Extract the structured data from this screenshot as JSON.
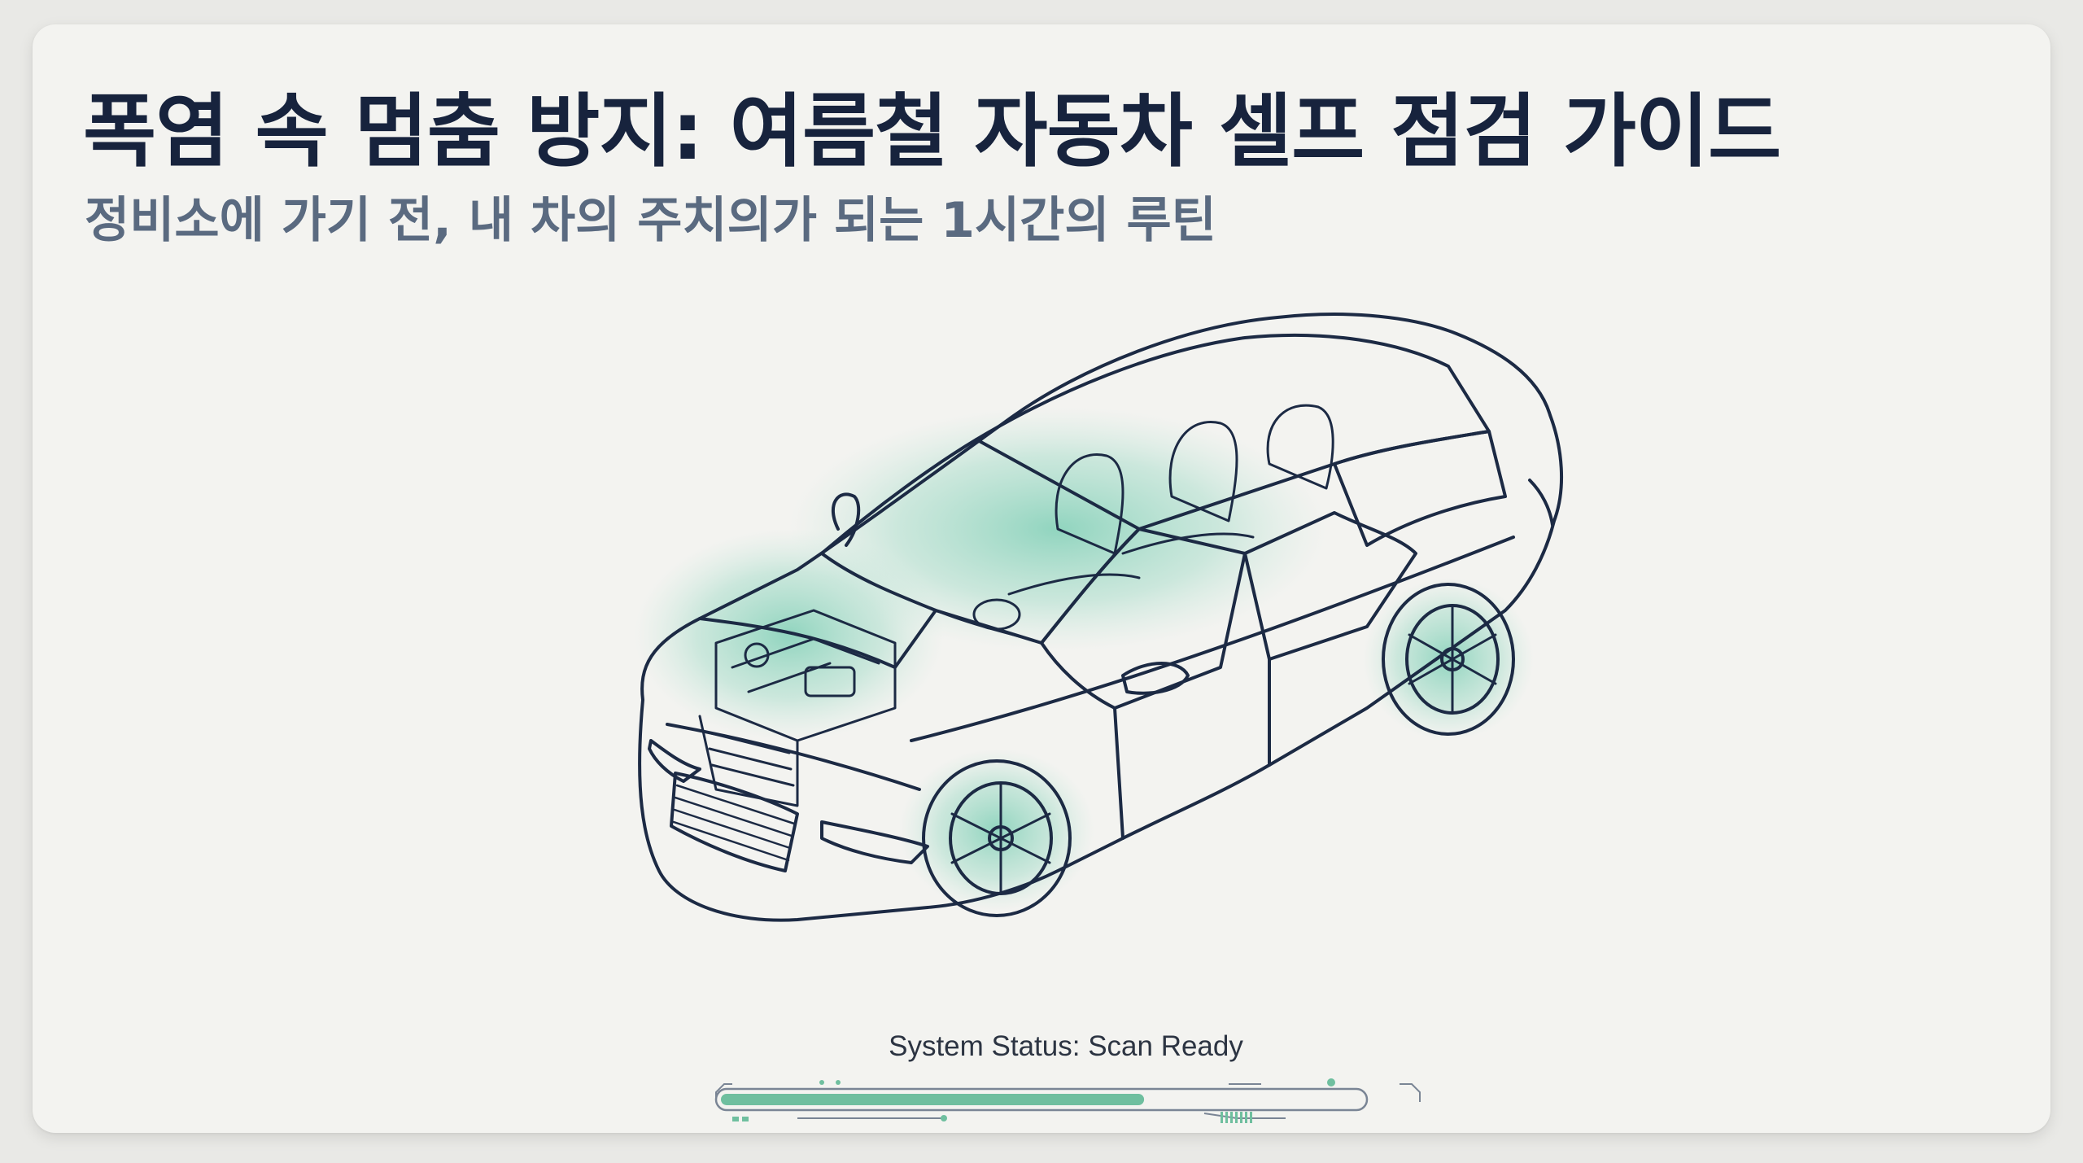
{
  "slide": {
    "title": "폭염 속 멈춤 방지: 여름철 자동차 셀프 점검 가이드",
    "subtitle": "정비소에 가기 전, 내 차의 주치의가 되는 1시간의 루틴"
  },
  "illustration": {
    "subject": "car-xray-wireframe",
    "line_color": "#1c2a44",
    "highlight_color": "#7fcfb6",
    "highlighted_parts": [
      "engine",
      "interior",
      "front-wheel",
      "rear-wheel"
    ]
  },
  "status": {
    "label": "System Status: Scan Ready",
    "progress": 0.66,
    "bar_color": "#6fbf9f"
  }
}
